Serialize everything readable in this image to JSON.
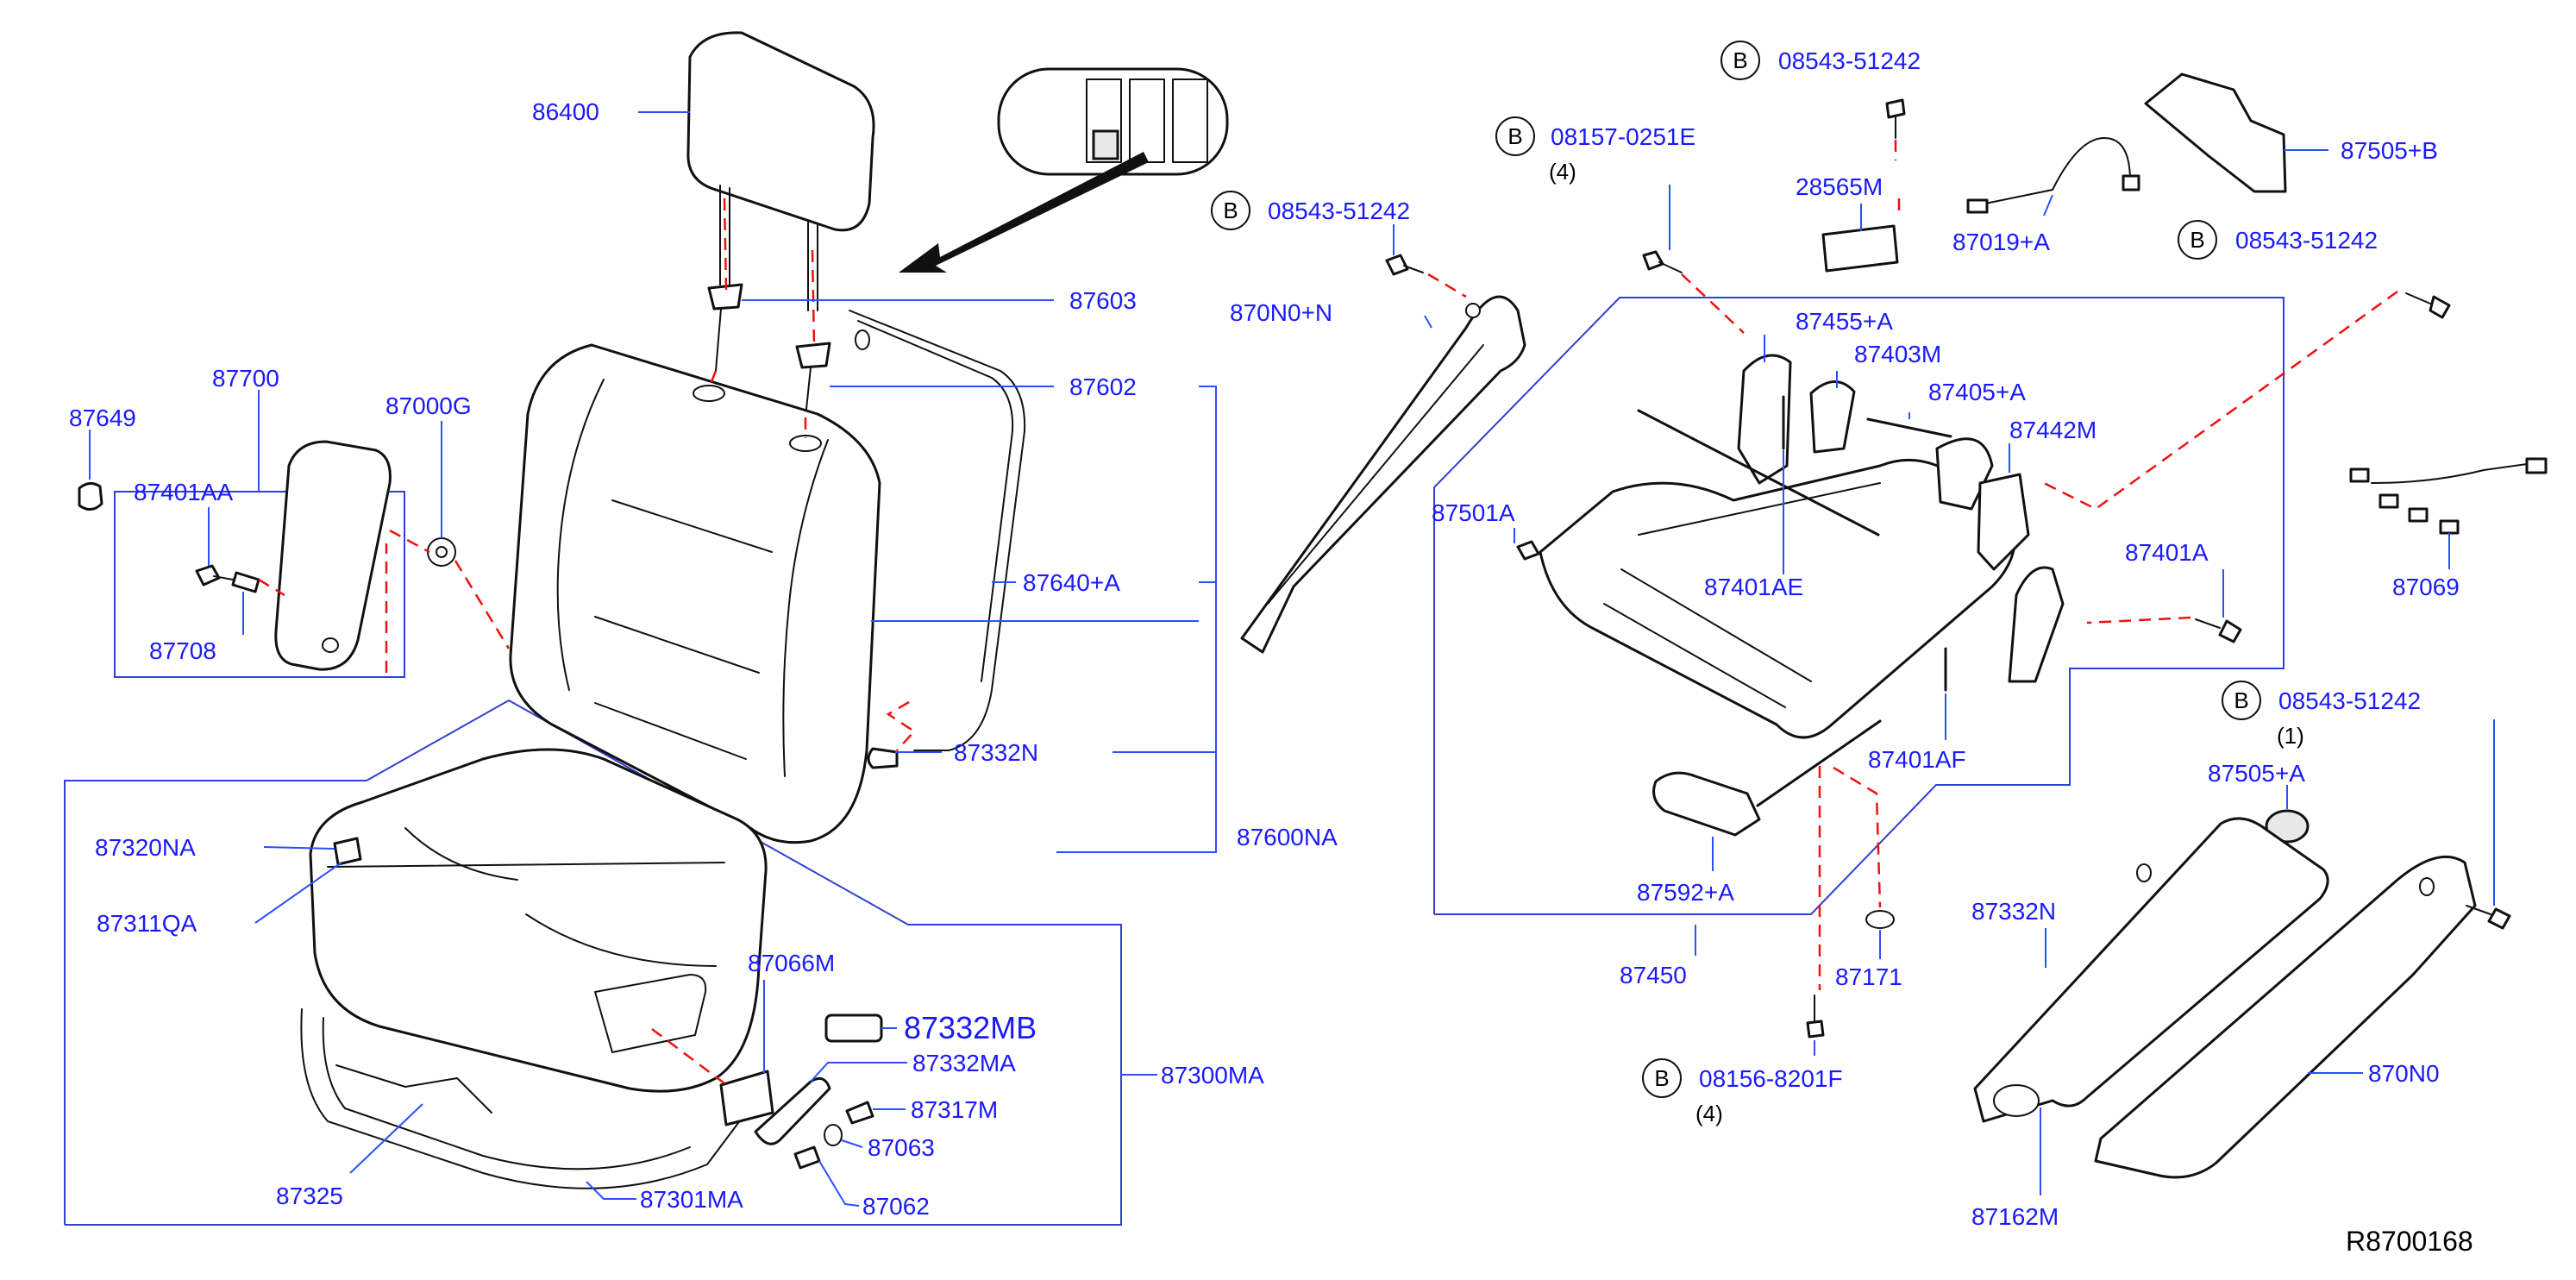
{
  "diagram": {
    "page_code": "R8700168",
    "bolt_symbol": "B",
    "labels": {
      "p86400": "86400",
      "p87603": "87603",
      "p87602": "87602",
      "p870N0N": "870N0+N",
      "p87649": "87649",
      "p87700": "87700",
      "p87000G": "87000G",
      "p87401AA": "87401AA",
      "p87708": "87708",
      "p87640A": "87640+A",
      "p87332N_left": "87332N",
      "p87600NA": "87600NA",
      "p87320NA": "87320NA",
      "p87311QA": "87311QA",
      "p87066M": "87066M",
      "p87332MB": "87332MB",
      "p87332MA": "87332MA",
      "p87317M": "87317M",
      "p87063": "87063",
      "p87062": "87062",
      "p87300MA": "87300MA",
      "p87325": "87325",
      "p87301MA": "87301MA",
      "b08543_51242_top": "08543-51242",
      "b08543_51242_mid": "08543-51242",
      "b08543_51242_right": "08543-51242",
      "b08543_51242_low": "08543-51242",
      "b08157_0251E": "08157-0251E",
      "b08156_8201F": "08156-8201F",
      "p28565M": "28565M",
      "p87019A": "87019+A",
      "p87505B": "87505+B",
      "p87455A": "87455+A",
      "p87403M": "87403M",
      "p87405A": "87405+A",
      "p87442M": "87442M",
      "p87501A": "87501A",
      "p87401AE": "87401AE",
      "p87401A": "87401A",
      "p87069": "87069",
      "p87401AF": "87401AF",
      "p87592A": "87592+A",
      "p87450": "87450",
      "p87171": "87171",
      "p87505A": "87505+A",
      "p87332N_right": "87332N",
      "p870N0": "870N0",
      "p87162M": "87162M"
    },
    "quantities": {
      "q08157": "(4)",
      "q08543_low": "(1)",
      "q08156": "(4)"
    }
  }
}
